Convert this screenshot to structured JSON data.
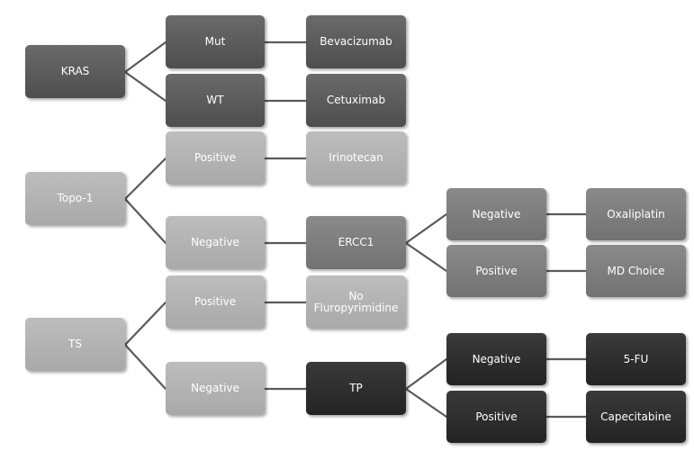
{
  "nodes": {
    "kras": "KRAS",
    "kras_mut": "Mut",
    "kras_wt": "WT",
    "bevacizumab": "Bevacizumab",
    "cetuximab": "Cetuximab",
    "topo1": "Topo-1",
    "topo1_positive": "Positive",
    "topo1_negative": "Negative",
    "irinotecan": "Irinotecan",
    "ercc1": "ERCC1",
    "ercc1_negative": "Negative",
    "ercc1_positive": "Positive",
    "oxaliplatin": "Oxaliplatin",
    "md_choice": "MD Choice",
    "ts": "TS",
    "ts_positive": "Positive",
    "ts_negative": "Negative",
    "no_fluropyrimidine": "No\nFluropyrimidine",
    "tp": "TP",
    "tp_negative": "Negative",
    "tp_positive": "Positive",
    "five_fu": "5-FU",
    "capecitabine": "Capecitabine"
  },
  "colors": {
    "dark": "#5c5c5c",
    "mid": "#7e7e7e",
    "light": "#b3b3b3",
    "black": "#2e2e2e",
    "connector": "#5a5a5a"
  }
}
